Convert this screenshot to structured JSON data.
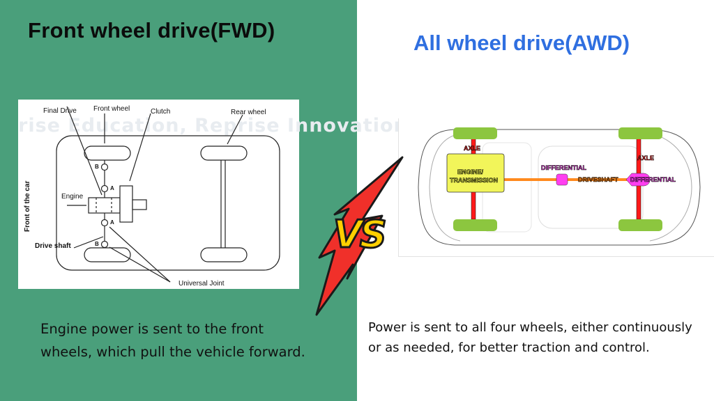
{
  "left": {
    "title": "Front wheel drive(FWD)",
    "diagram": {
      "watermark": "rise Education, Reprise Innovation",
      "labels": {
        "final_drive": "Final Drive",
        "front_wheel": "Front wheel",
        "clutch": "Clutch",
        "rear_wheel": "Rear wheel",
        "engine": "Engine",
        "front_of_car": "Front of the car",
        "drive_shaft": "Drive shaft",
        "universal_joint": "Universal Joint",
        "joint_a": "A",
        "joint_b": "B"
      }
    },
    "description": "Engine power is sent to the front wheels, which pull the vehicle forward."
  },
  "right": {
    "title": "All wheel drive(AWD)",
    "diagram": {
      "labels": {
        "axle_front": "AXLE",
        "axle_rear": "AXLE",
        "engine_transmission_1": "ENGINE/",
        "engine_transmission_2": "TRANSMISSION",
        "differential_center": "DIFFERENTIAL",
        "driveshaft": "DRIVESHAFT",
        "differential_rear": "DIFFERENTIAL"
      },
      "colors": {
        "wheel": "#8cc63f",
        "axle": "#ff1a1a",
        "engine": "#f2f55a",
        "driveshaft": "#ff8a1e",
        "differential": "#ff3ff0"
      }
    },
    "description": "Power is sent to all four wheels, either continuously or as needed, for better traction and control."
  },
  "vs": {
    "label": "VS",
    "colors": {
      "text": "#ffd000",
      "bolt": "#f0302a"
    }
  },
  "colors": {
    "left_bg": "#4a9f7b",
    "right_title": "#2f6fe0"
  }
}
